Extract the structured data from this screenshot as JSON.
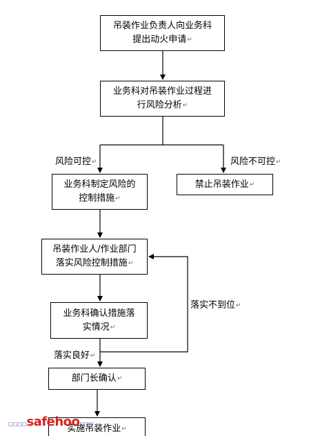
{
  "nodes": {
    "apply": {
      "line1": "吊装作业负责人向业务科",
      "line2": "提出动火申请"
    },
    "analysis": {
      "line1": "业务科对吊装作业过程进",
      "line2": "行风险分析"
    },
    "control_measures": {
      "line1": "业务科制定风险的",
      "line2": "控制措施"
    },
    "prohibit": {
      "line1": "禁止吊装作业"
    },
    "implement": {
      "line1": "吊装作业人/作业部门",
      "line2": "落实风险控制措施"
    },
    "confirm_measures": {
      "line1": "业务科确认措施落",
      "line2": "实情况"
    },
    "dept_head": {
      "line1": "部门长确认"
    },
    "execute": {
      "line1": "实施吊装作业"
    }
  },
  "edge_labels": {
    "risk_controllable": "风险可控",
    "risk_uncontrollable": "风险不可控",
    "not_implemented": "落实不到位",
    "well_implemented": "落实良好"
  },
  "paragraph_mark": "↵",
  "watermark": {
    "prefix": "□□□□",
    "main": "safehoo",
    "suffix": "□□□"
  }
}
